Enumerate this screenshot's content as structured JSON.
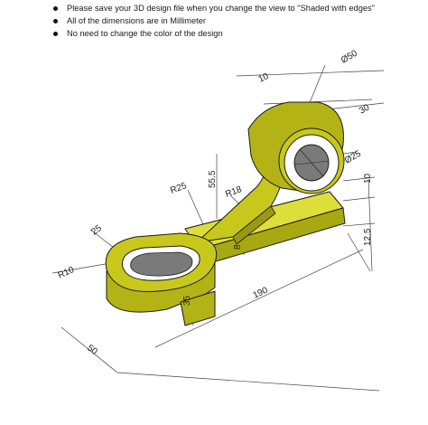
{
  "instructions": [
    "Please save your 3D design file when you change the view to \"Shaded with edges\"",
    "All of the dimensions are in Millimeter",
    "No need to change the color of the design"
  ],
  "dimensions": {
    "d50": "Ø50",
    "d10_top": "10",
    "d30": "30",
    "d25": "Ø25",
    "d10_side": "10",
    "d12_5": "12.5",
    "d55_5": "55.5",
    "r25": "R25",
    "r18": "R18",
    "d8": "8",
    "d25_slot": "25",
    "r10": "R10",
    "d35": "35",
    "d190": "190",
    "d50_bottom": "50"
  },
  "colors": {
    "body": "#c8c81c",
    "body_dark": "#8f8f10",
    "body_light": "#dede3a",
    "edge": "#1a1a1a",
    "hole_gray": "#7a7a7a",
    "hole_white": "#ffffff"
  }
}
